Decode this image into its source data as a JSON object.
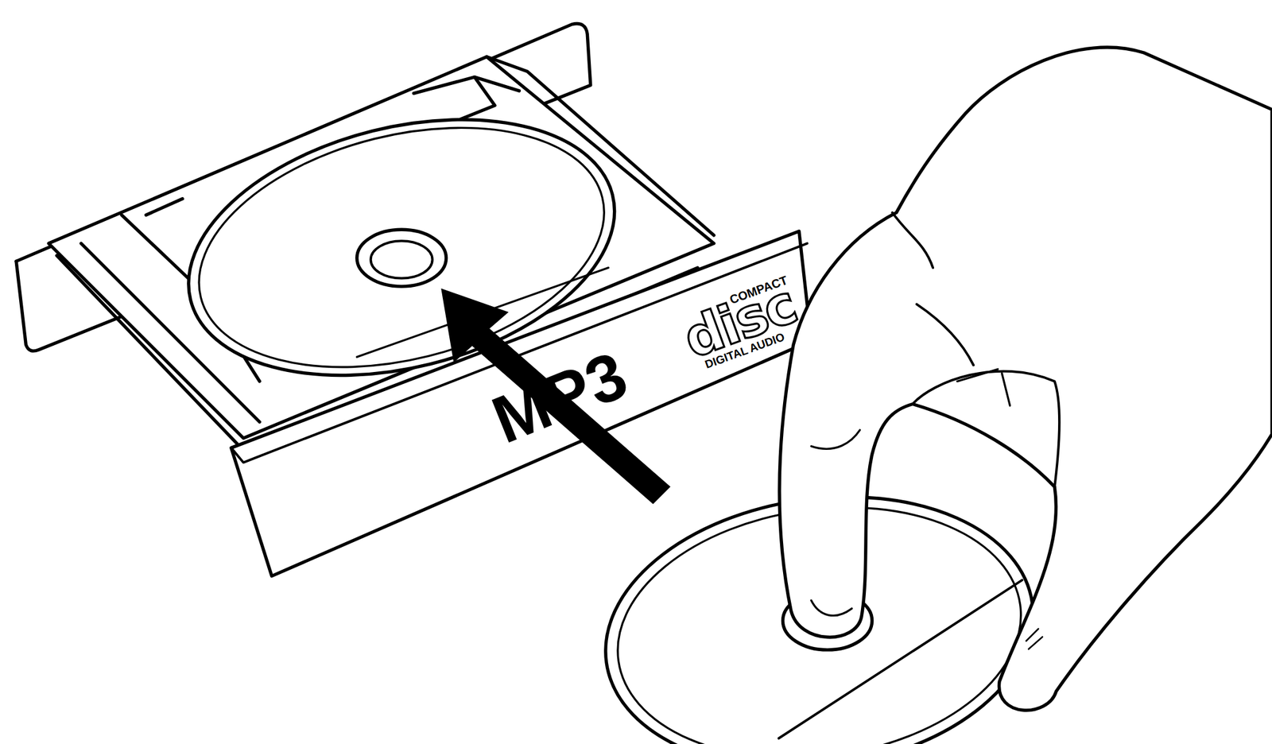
{
  "diagram": {
    "labels": [
      "MP3",
      "COMPACT",
      "disc",
      "DIGITAL AUDIO"
    ]
  }
}
